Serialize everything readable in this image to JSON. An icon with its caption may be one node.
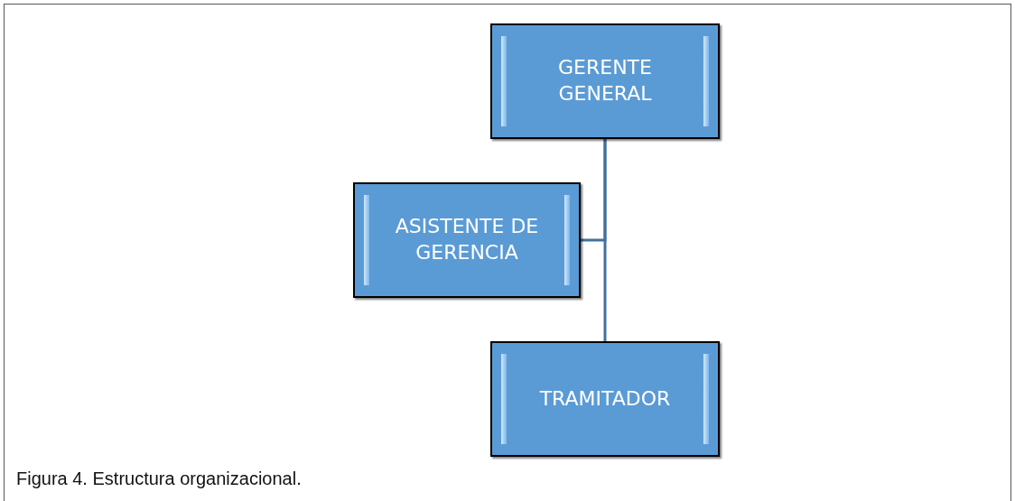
{
  "diagram": {
    "caption": "Figura 4. Estructura organizacional.",
    "nodes": [
      {
        "text": [
          "GERENTE GENERAL"
        ]
      },
      {
        "text": [
          "ASISTENTE DE GERENCIA"
        ]
      },
      {
        "text": [
          "TRAMITADOR"
        ]
      }
    ],
    "edges": [
      {
        "from": 0,
        "to": 1,
        "arrow": "none"
      },
      {
        "from": 0,
        "to": 2,
        "arrow": "none"
      }
    ]
  }
}
